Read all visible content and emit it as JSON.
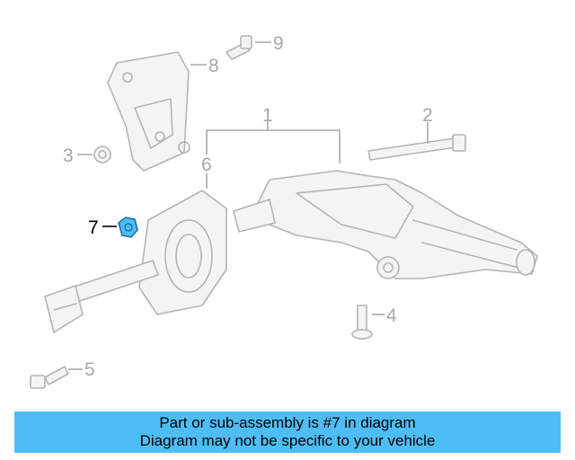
{
  "diagram": {
    "callouts": [
      "1",
      "2",
      "3",
      "4",
      "5",
      "6",
      "7",
      "8",
      "9"
    ],
    "highlighted_callout": "7",
    "highlight_color": "#4fbdf5",
    "line_color": "#b4b4b4"
  },
  "banner": {
    "line1": "Part or sub-assembly is #7 in diagram",
    "line2": "Diagram may not be specific to your vehicle",
    "background": "#4fbdf5"
  }
}
